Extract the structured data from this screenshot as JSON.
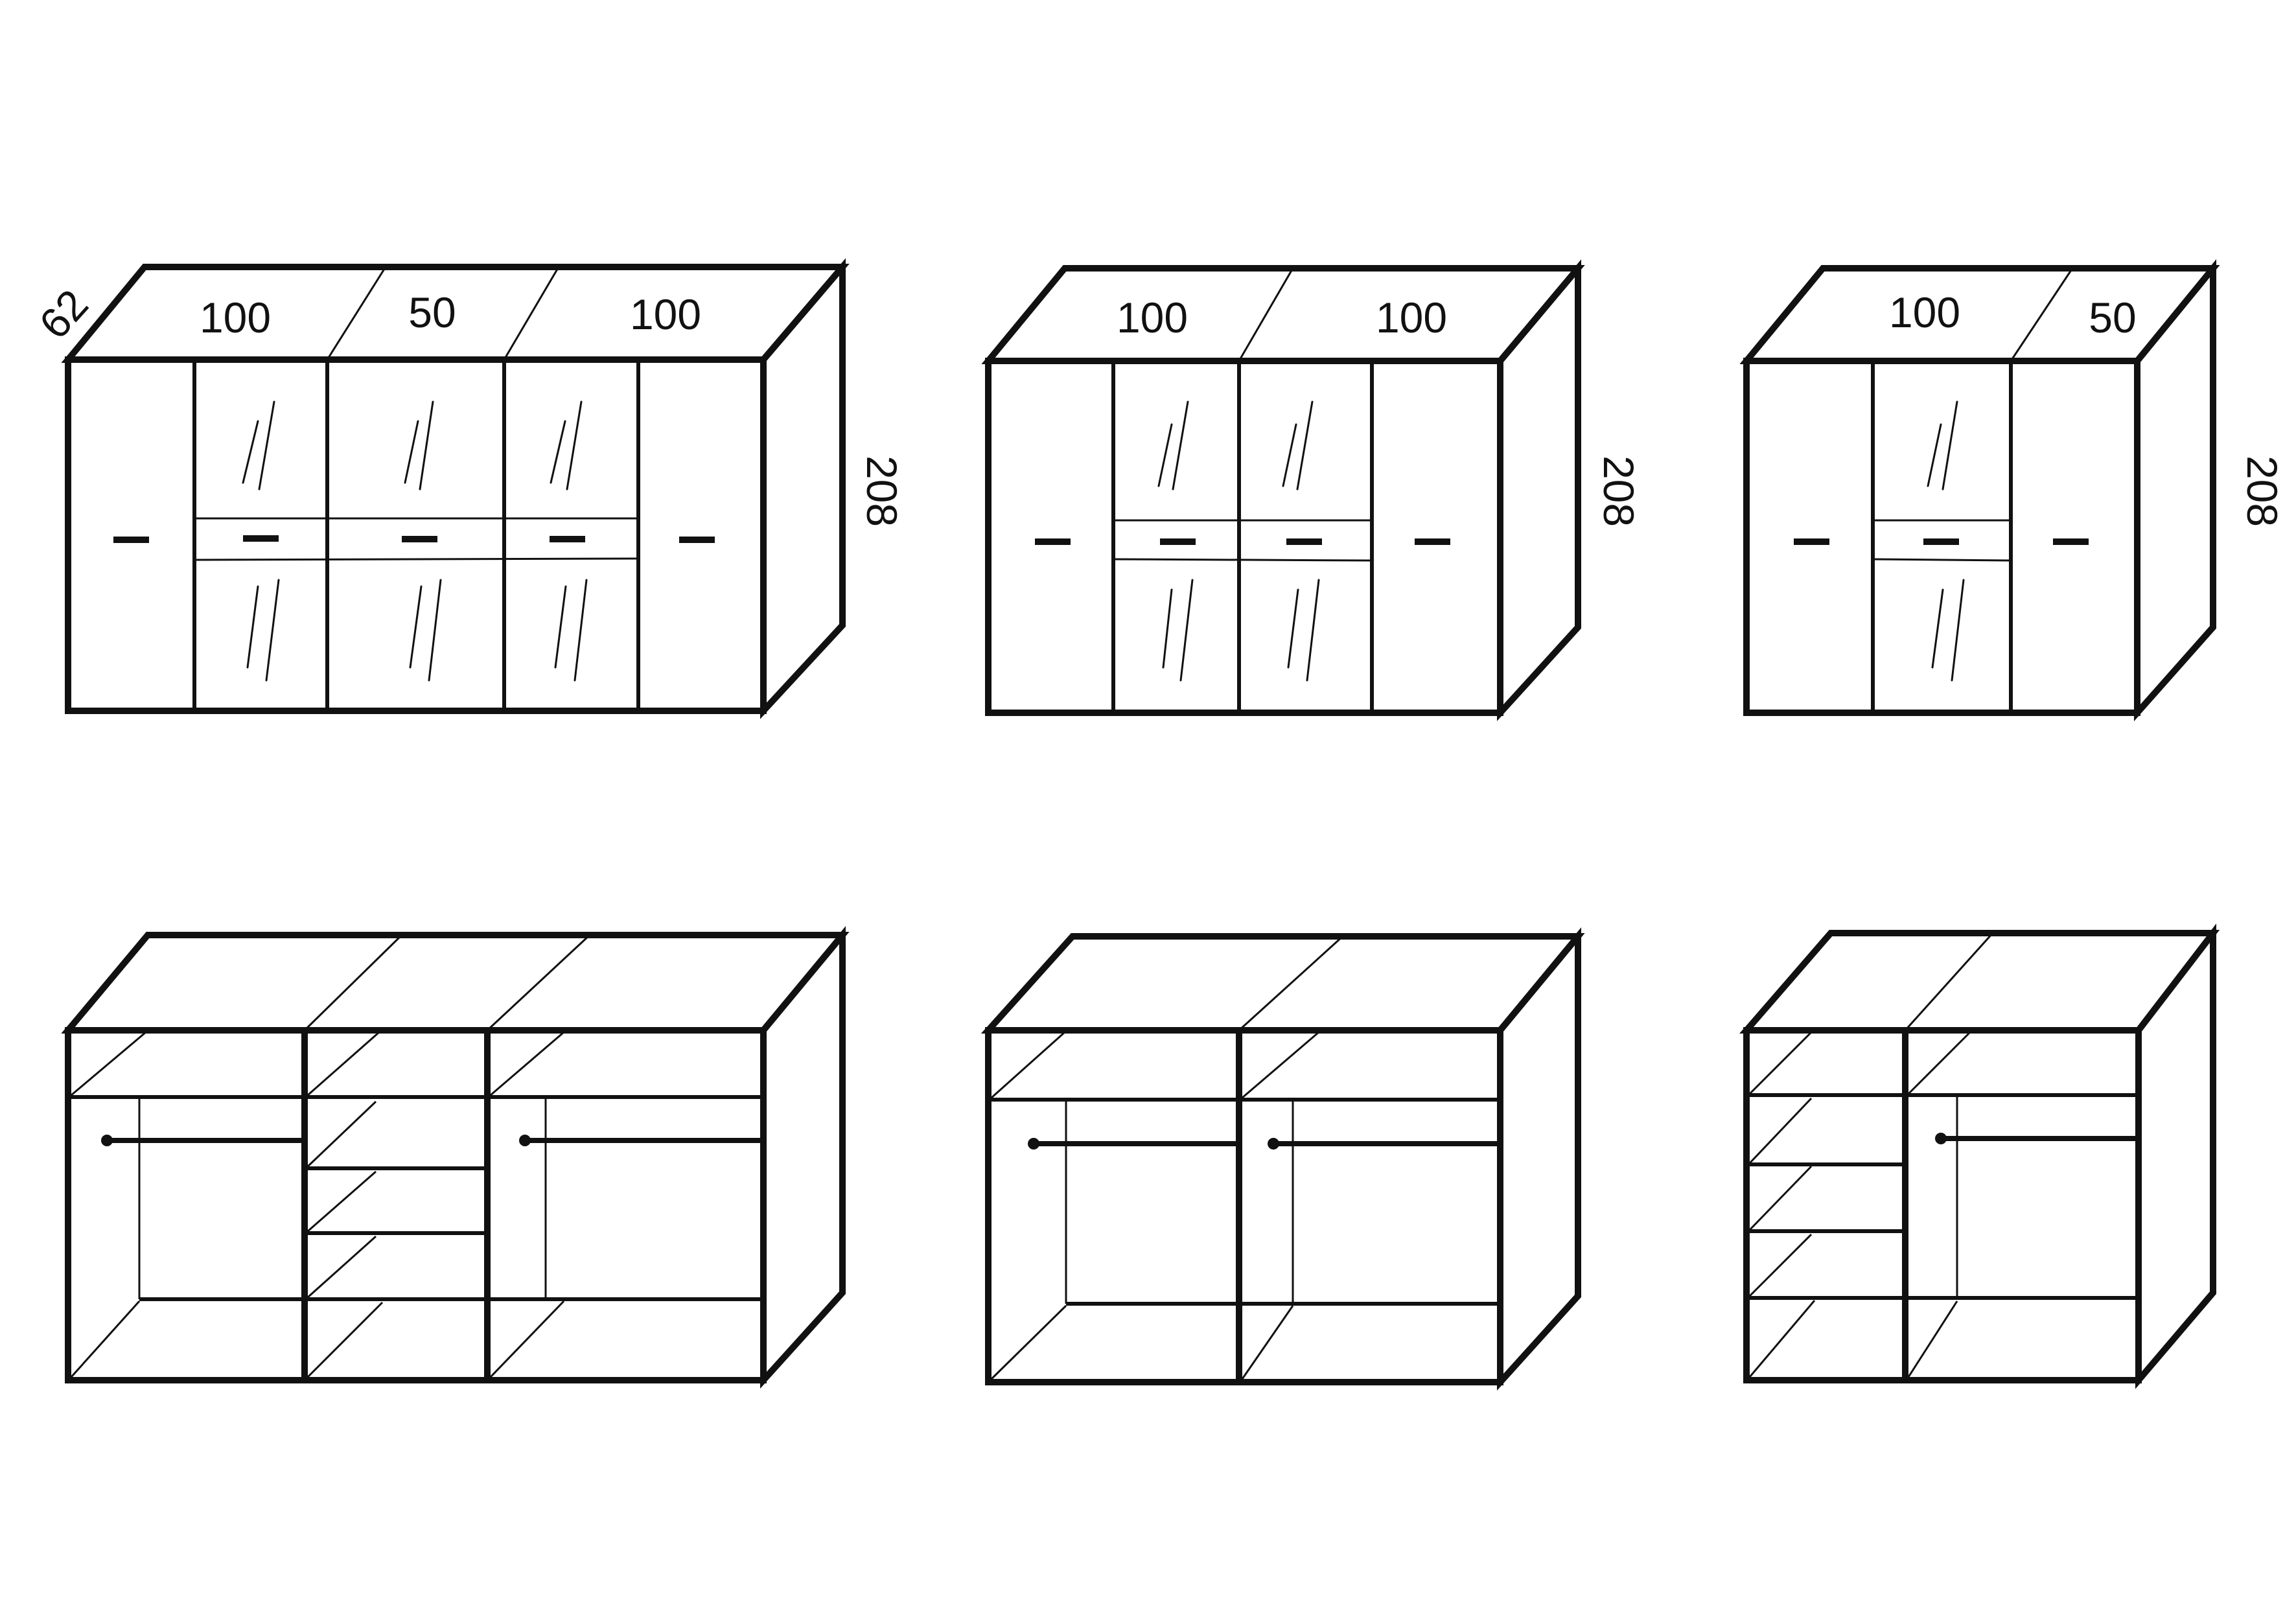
{
  "diagram": {
    "wardrobe_large": {
      "depth_label": "62",
      "width_labels": [
        "100",
        "50",
        "100"
      ],
      "height_label": "208"
    },
    "wardrobe_medium": {
      "width_labels": [
        "100",
        "100"
      ],
      "height_label": "208"
    },
    "wardrobe_small": {
      "width_labels": [
        "100",
        "50"
      ],
      "height_label": "208"
    }
  }
}
